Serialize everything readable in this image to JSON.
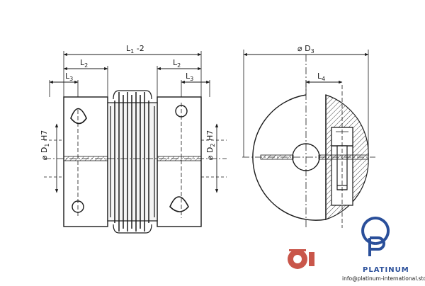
{
  "dimensions": {
    "overall_length": "L1 -2",
    "hub_length_left": "L2",
    "hub_length_right": "L2",
    "screw_offset_left": "L3",
    "screw_offset_right": "L3",
    "bore_left": "⌀ D1 H7",
    "bore_right": "⌀ D2 H7",
    "outer_diameter": "⌀ D3",
    "screw_length": "L4"
  },
  "labels": {
    "L1_main": "L",
    "L1_sub": "1",
    "L1_suffix": " -2",
    "L2": "L",
    "L2_sub": "2",
    "L3": "L",
    "L3_sub": "3",
    "L4": "L",
    "L4_sub": "4",
    "D1_prefix": "⌀ D",
    "D1_sub": "1",
    "D1_suffix": " H7",
    "D2_prefix": "⌀ D",
    "D2_sub": "2",
    "D2_suffix": " H7",
    "D3_prefix": "⌀ D",
    "D3_sub": "3"
  },
  "brand": {
    "name": "PLATINUM",
    "contact": "info@platinum-international.store",
    "primary_color": "#2a4f9a",
    "accent_color": "#c0392b"
  }
}
